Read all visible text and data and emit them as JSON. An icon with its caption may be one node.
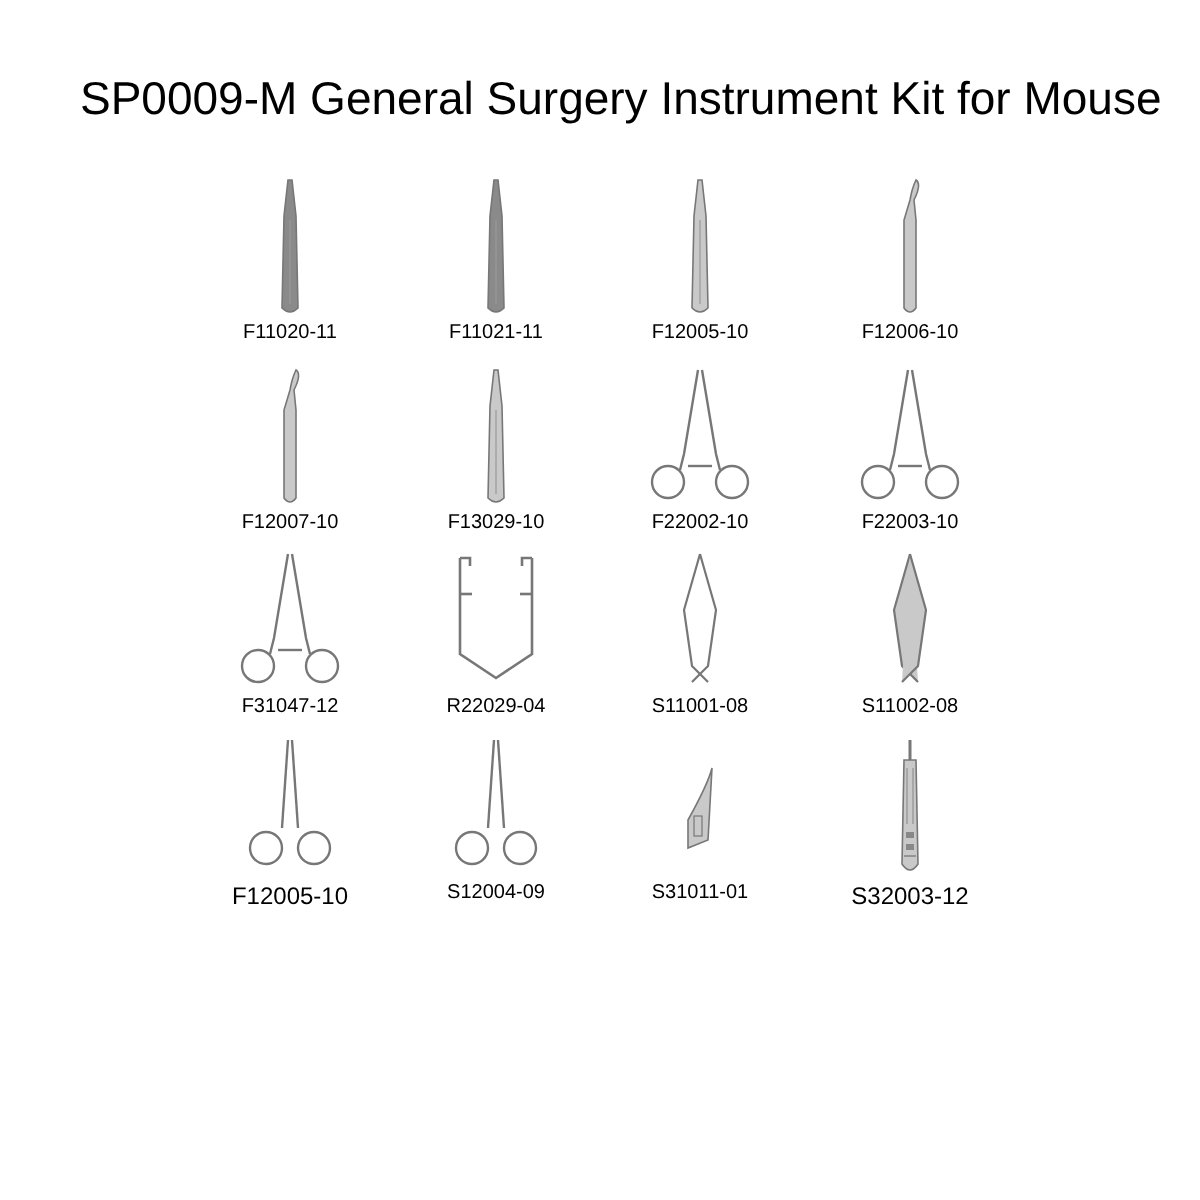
{
  "diagram": {
    "title": "SP0009-M General Surgery Instrument Kit for Mouse",
    "nodes": [
      {
        "text": [],
        "shape": "picture",
        "beside": [
          "F11020-11"
        ]
      },
      {
        "text": [],
        "shape": "picture",
        "beside": [
          "F11021-11"
        ]
      },
      {
        "text": [],
        "shape": "picture",
        "beside": [
          "F12005-10"
        ]
      },
      {
        "text": [],
        "shape": "picture",
        "beside": [
          "F12006-10"
        ]
      },
      {
        "text": [],
        "shape": "picture",
        "beside": [
          "F12007-10"
        ]
      },
      {
        "text": [],
        "shape": "picture",
        "beside": [
          "F13029-10"
        ]
      },
      {
        "text": [],
        "shape": "picture",
        "beside": [
          "F22002-10"
        ]
      },
      {
        "text": [],
        "shape": "picture",
        "beside": [
          "F22003-10"
        ]
      },
      {
        "text": [],
        "shape": "picture",
        "beside": [
          "F31047-12"
        ]
      },
      {
        "text": [],
        "shape": "picture",
        "beside": [
          "R22029-04"
        ]
      },
      {
        "text": [],
        "shape": "picture",
        "beside": [
          "S11001-08"
        ]
      },
      {
        "text": [],
        "shape": "picture",
        "beside": [
          "S11002-08"
        ]
      },
      {
        "text": [],
        "shape": "picture",
        "beside": [
          "F12005-10"
        ]
      },
      {
        "text": [],
        "shape": "picture",
        "beside": [
          "S12004-09"
        ]
      },
      {
        "text": [],
        "shape": "picture",
        "beside": [
          "S31011-01"
        ]
      },
      {
        "text": [],
        "shape": "picture",
        "beside": [
          "S32003-12"
        ]
      }
    ]
  }
}
